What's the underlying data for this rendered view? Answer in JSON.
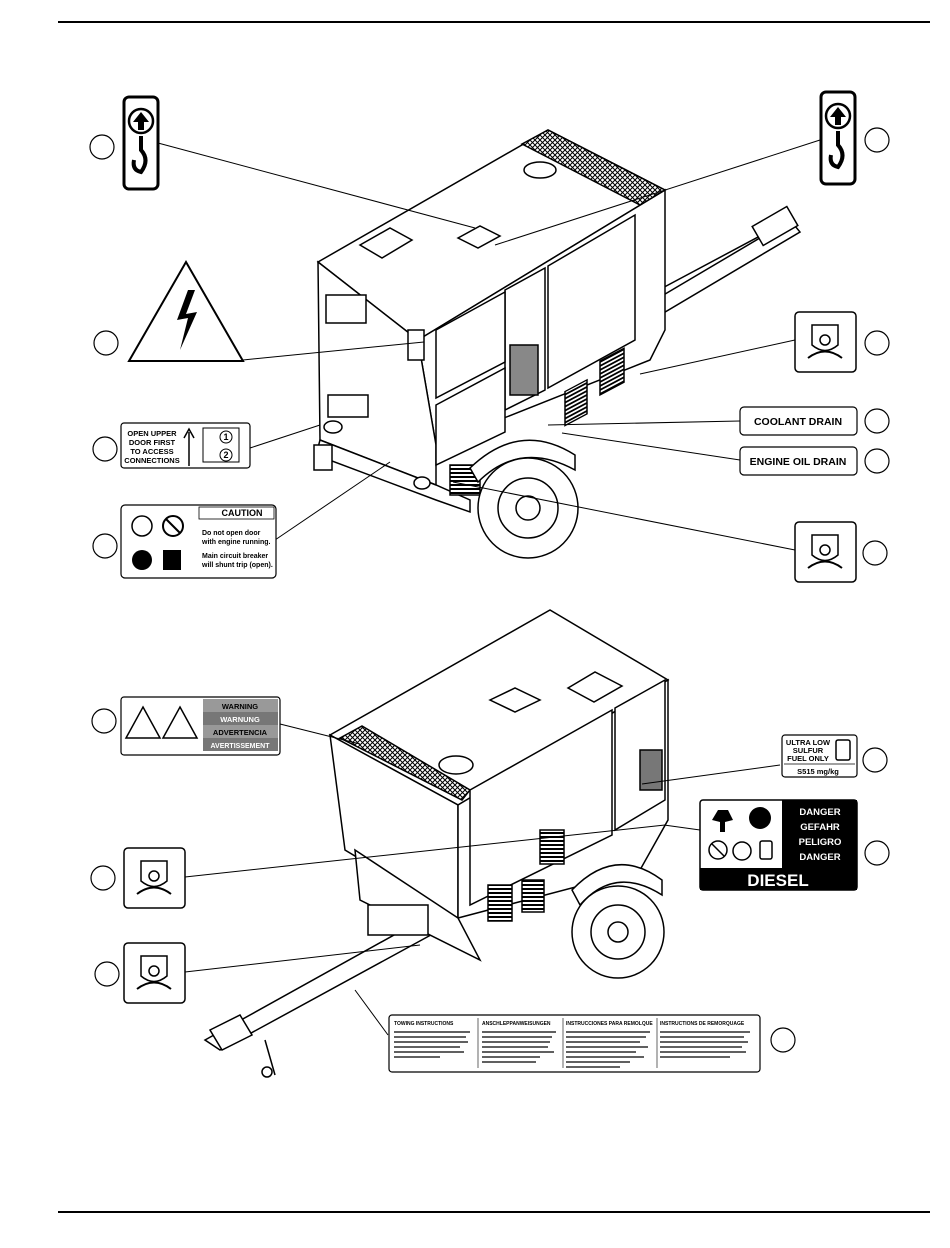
{
  "decals": {
    "upper_door": [
      "OPEN UPPER",
      "DOOR FIRST",
      "TO ACCESS",
      "CONNECTIONS"
    ],
    "connection_numbers": [
      "1",
      "2"
    ],
    "caution": {
      "header": "CAUTION",
      "line1": "Do not open door",
      "line2": "with engine running.",
      "line3": "Main circuit breaker",
      "line4": "will shunt trip (open)."
    },
    "coolant_drain": "COOLANT DRAIN",
    "engine_oil_drain": "ENGINE OIL DRAIN",
    "warning_rows": [
      "WARNING",
      "WARNUNG",
      "ADVERTENCIA",
      "AVERTISSEMENT"
    ],
    "fuel": {
      "line1": "ULTRA LOW",
      "line2": "SULFUR",
      "line3": "FUEL ONLY",
      "spec": "S515 mg/kg"
    },
    "danger_rows": [
      "DANGER",
      "GEFAHR",
      "PELIGRO",
      "DANGER"
    ],
    "diesel": "DIESEL",
    "towing_headers": [
      "TOWING INSTRUCTIONS",
      "ANSCHLEPPANWEISUNGEN",
      "INSTRUCCIONES PARA REMOLQUE",
      "INSTRUCTIONS DE REMORQUAGE"
    ]
  }
}
